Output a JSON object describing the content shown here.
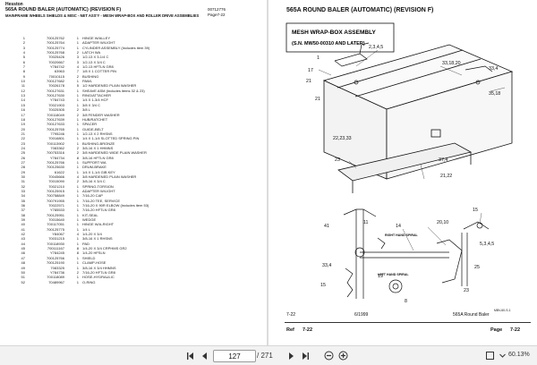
{
  "left": {
    "brand": "Hesston",
    "title": "565A ROUND BALER (AUTOMATIC) (REVISION F)",
    "part_number": "00712776",
    "page": "Page7-22",
    "subtitle": "MAINFRAME WHEELS SHIELDS & MISC - NET ASS'Y - MESH WRAP-BOX AND ROLLER DRIVE ASSEMBLIES",
    "rows": [
      [
        "1",
        "700125762",
        "1",
        "HINGE W/ALLEY"
      ],
      [
        "2",
        "700125764",
        "1",
        "ADAPTER W/LIGHT"
      ],
      [
        "3",
        "700125774",
        "1",
        "CYLINDER ASSEMBLY (Includes item 39)"
      ],
      [
        "4",
        "700125768",
        "2",
        "LATCH WA"
      ],
      [
        "5",
        "70025426",
        "3",
        "1/2-13 X 3-1/4 C"
      ],
      [
        "6",
        "70020667",
        "3",
        "1/2-13 X 3/4 C"
      ],
      [
        "7",
        "Y784742",
        "4",
        "1/2-13 HFTLN GR8"
      ],
      [
        "8",
        "63963",
        "7",
        "1/8 X 1 COTTER PIN"
      ],
      [
        "9",
        "70010115",
        "2",
        "BUSHING"
      ],
      [
        "10",
        "700127682",
        "1",
        "PAWL"
      ],
      [
        "11",
        "70026178",
        "5",
        "1/2 HARDENED PLAIN WASHER"
      ],
      [
        "12",
        "700127631",
        "1",
        "SHEAVE ASM (Includes items 32 & 23)"
      ],
      [
        "13",
        "700127630",
        "1",
        "RING/ATTACHER"
      ],
      [
        "14",
        "Y784743",
        "1",
        "1/4 X 1-3/4 HCF"
      ],
      [
        "15",
        "70021903",
        "1",
        "3/8 X 3/4 C"
      ],
      [
        "16",
        "70025305",
        "2",
        "3/8 L"
      ],
      [
        "17",
        "700118049",
        "2",
        "3/8 FENDER WASHER"
      ],
      [
        "18",
        "700127639",
        "1",
        "HUB/RATCHET"
      ],
      [
        "19",
        "700127633",
        "1",
        "SPACER"
      ],
      [
        "20",
        "700125765",
        "1",
        "GUIDE-BELT"
      ],
      [
        "21",
        "7795246",
        "1",
        "1/2-13 X 2 RHSNS"
      ],
      [
        "22",
        "70016801",
        "1",
        "1/4 X 1-1/4 SLOTTED SPRING PIN"
      ],
      [
        "23",
        "700113902",
        "1",
        "BUSHING-BRONZE"
      ],
      [
        "24",
        "7083362",
        "2",
        "3/8-16 X 1 HHMNS"
      ],
      [
        "25",
        "700753316",
        "2",
        "3/8 HARDENED WIDE PLAIN WASHER"
      ],
      [
        "26",
        "Y784734",
        "8",
        "3/8-16 HFTLN GR8"
      ],
      [
        "27",
        "700125766",
        "1",
        "SUPPORT WA"
      ],
      [
        "28",
        "700125630",
        "1",
        "DRUM-BRAKE"
      ],
      [
        "29",
        "61622",
        "1",
        "1/4 X 1-1/4 GIB KEY"
      ],
      [
        "30",
        "70045666",
        "4",
        "3/8 HARDENED PLAIN WASHER"
      ],
      [
        "31",
        "70015090",
        "2",
        "3/8-16 X 3/4 C"
      ],
      [
        "32",
        "70021210",
        "1",
        "SPRING-TORSION"
      ],
      [
        "33",
        "700125915",
        "1",
        "ADAPTER W/LIGHT"
      ],
      [
        "34",
        "700758849",
        "1",
        "7/16-20 CAP"
      ],
      [
        "35",
        "700791955",
        "1",
        "7/16-20 TEE, SERVICE"
      ],
      [
        "36",
        "70022571",
        "1",
        "7/16-20 X 90R ELBOW (Includes item 53)"
      ],
      [
        "37",
        "Y785533",
        "1",
        "7/16-20 HFTLN GR8"
      ],
      [
        "38",
        "700125951",
        "1",
        "KIT-SEAL"
      ],
      [
        "39",
        "70015640",
        "1",
        "WEDGE"
      ],
      [
        "40",
        "700117051",
        "1",
        "HINGE W/A-RIGHT"
      ],
      [
        "41",
        "700125775",
        "1",
        "1/4 L"
      ],
      [
        "42",
        "Y84067",
        "4",
        "1/4-20 X 3/4"
      ],
      [
        "43",
        "70031215",
        "1",
        "3/8-16 X 1 RHSNS"
      ],
      [
        "44",
        "700118930",
        "1",
        "PAD"
      ],
      [
        "45",
        "700111167",
        "8",
        "1/4-20 X 3/4 CRPHMS GR2"
      ],
      [
        "46",
        "Y784245",
        "8",
        "1/4-20 HFSLN"
      ],
      [
        "47",
        "700125766",
        "1",
        "SHIELD"
      ],
      [
        "48",
        "700125190",
        "1",
        "CLAMP-HOSE"
      ],
      [
        "49",
        "7083325",
        "1",
        "3/8-16 X 3/4 HHMNS"
      ],
      [
        "50",
        "Y784736",
        "2",
        "7/16-20 HFTLN GR8"
      ],
      [
        "51",
        "700118089",
        "1",
        "HOSE-HYDRAULIC"
      ],
      [
        "52",
        "70489967",
        "1",
        "O-RING"
      ]
    ]
  },
  "right": {
    "title": "565A ROUND BALER (AUTOMATIC) (REVISION F)",
    "diagram_title": "MESH WRAP-BOX ASSEMBLY",
    "diagram_sub": "(S.N. MW50-00310 AND LATER)",
    "callouts": {
      "a": "2,3,4,5",
      "b": "33,18,20",
      "c": "21,22",
      "d": "1",
      "e": "17",
      "f": "41",
      "g": "33,4",
      "h": "35,18",
      "i": "22,23,33",
      "j": "23",
      "k": "37,4",
      "l": "21",
      "m": "11",
      "n": "14",
      "o": "20,10",
      "p": "5,3,4,5",
      "q": "15",
      "r": "33,4",
      "s": "15",
      "t": "19",
      "u": "25",
      "v": "23",
      "w": "21",
      "x": "8"
    },
    "label_right_spiral": "RIGHT HAND SPIRAL",
    "label_left_spiral": "LEFT HAND SPIRAL",
    "label_ref": "MBV-60-S-1",
    "footer_left": "7-22",
    "footer_date": "6/1999",
    "footer_model": "565A Round Baler",
    "ref_label": "Ref",
    "ref_value": "7-22",
    "page_label": "Page",
    "page_value": "7-22"
  },
  "toolbar": {
    "current_page": "127",
    "total_pages": "/ 271",
    "zoom": "60.13%"
  }
}
